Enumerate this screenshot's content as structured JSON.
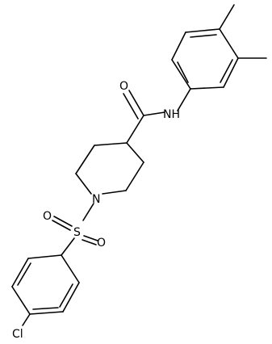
{
  "molecule": {
    "atoms": {
      "carbonyl_oxygen": "O",
      "amide_nitrogen": "NH",
      "piperidine_nitrogen": "N",
      "sulfur": "S",
      "sulfonyl_oxygen_left": "O",
      "sulfonyl_oxygen_right": "O",
      "chlorine": "Cl"
    },
    "colors": {
      "bond": "#000000",
      "label": "#000000",
      "background": "#ffffff"
    }
  }
}
